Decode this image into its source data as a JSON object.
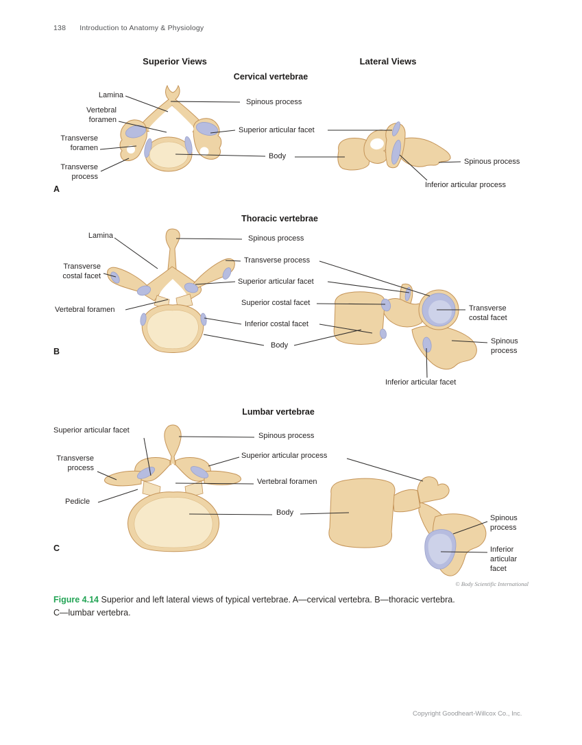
{
  "page": {
    "number": "138",
    "header_title": "Introduction to Anatomy & Physiology",
    "footer_copyright": "Copyright Goodheart-Willcox Co., Inc.",
    "image_credit": "© Body Scientific International"
  },
  "columns": {
    "superior": "Superior Views",
    "lateral": "Lateral Views"
  },
  "sections": {
    "cervical": {
      "title": "Cervical vertebrae",
      "marker": "A",
      "labels": {
        "lamina": "Lamina",
        "vertebral_foramen": "Vertebral foramen",
        "transverse_foramen": "Transverse foramen",
        "transverse_process": "Transverse process",
        "spinous_process": "Spinous process",
        "superior_articular_facet": "Superior articular facet",
        "body": "Body",
        "lateral_spinous_process": "Spinous process",
        "inferior_articular_process": "Inferior articular process"
      }
    },
    "thoracic": {
      "title": "Thoracic vertebrae",
      "marker": "B",
      "labels": {
        "lamina": "Lamina",
        "transverse_costal_facet": "Transverse costal facet",
        "vertebral_foramen": "Vertebral foramen",
        "spinous_process": "Spinous process",
        "transverse_process": "Transverse process",
        "superior_articular_facet": "Superior articular facet",
        "superior_costal_facet": "Superior costal facet",
        "inferior_costal_facet": "Inferior costal facet",
        "body": "Body",
        "lateral_transverse_costal_facet": "Transverse costal facet",
        "lateral_spinous_process": "Spinous process",
        "lateral_inferior_articular_facet": "Inferior articular facet"
      }
    },
    "lumbar": {
      "title": "Lumbar vertebrae",
      "marker": "C",
      "labels": {
        "superior_articular_facet": "Superior articular facet",
        "transverse_process": "Transverse process",
        "pedicle": "Pedicle",
        "spinous_process": "Spinous process",
        "superior_articular_process": "Superior articular process",
        "vertebral_foramen": "Vertebral foramen",
        "body": "Body",
        "lateral_spinous_process": "Spinous process",
        "lateral_inferior_articular_facet": "Inferior articular facet"
      }
    }
  },
  "caption": {
    "label": "Figure 4.14",
    "line1": "Superior and left lateral views of typical vertebrae. A—cervical vertebra. B—thoracic vertebra.",
    "line2": "C—lumbar vertebra."
  },
  "colors": {
    "bone": "#eed4a6",
    "bone_outline": "#c49357",
    "bone_inner": "#f7e9c9",
    "facet": "#b6bcdf",
    "leader_line": "#2e2c2b",
    "caption_green": "#23a455",
    "label_text": "#262323",
    "footer_gray": "#939598"
  }
}
